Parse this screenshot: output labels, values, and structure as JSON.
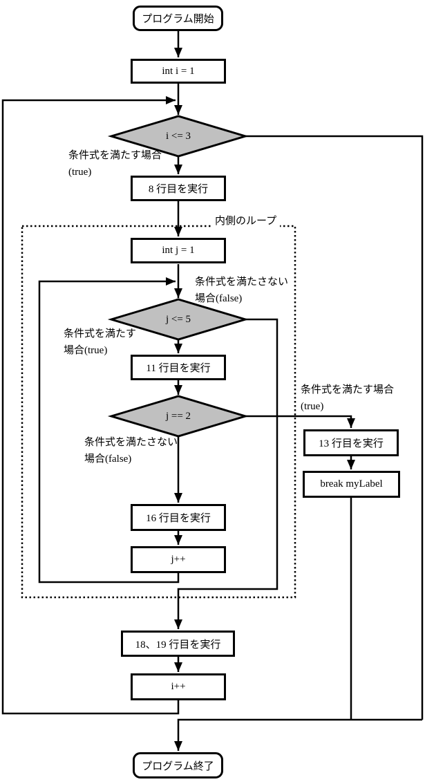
{
  "flowchart": {
    "nodes": {
      "start": "プログラム開始",
      "init_i": "int i = 1",
      "cond_outer": "i <= 3",
      "exec_line8": "8 行目を実行",
      "init_j": "int j = 1",
      "cond_inner": "j <= 5",
      "exec_line11": "11 行目を実行",
      "cond_break": "j == 2",
      "exec_line13": "13 行目を実行",
      "break_stmt": "break myLabel",
      "exec_line16": "16 行目を実行",
      "inc_j": "j++",
      "exec_line18_19": "18、19 行目を実行",
      "inc_i": "i++",
      "end": "プログラム終了"
    },
    "region": {
      "inner_loop_caption": "内側のループ"
    },
    "edge_labels": {
      "outer_true_line1": "条件式を満たす場合",
      "outer_true_line2": "(true)",
      "inner_false_line1": "条件式を満たさない",
      "inner_false_line2": "場合(false)",
      "inner_true_line1": "条件式を満たす",
      "inner_true_line2": "場合(true)",
      "break_true_line1": "条件式を満たす場合",
      "break_true_line2": "(true)",
      "break_false_line1": "条件式を満たさない",
      "break_false_line2": "場合(false)"
    },
    "colors": {
      "decision_fill": "#c0c0c0",
      "line": "#000000",
      "background": "#ffffff"
    }
  }
}
